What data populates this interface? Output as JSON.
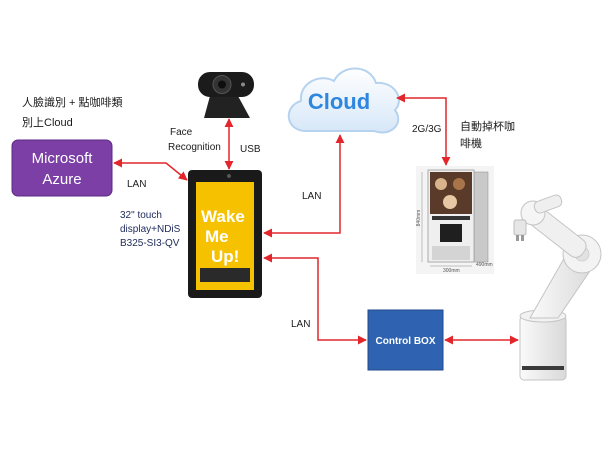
{
  "header_note": {
    "line1": "人臉識別 + 點咖啡類",
    "line2": "別上Cloud"
  },
  "azure": {
    "line1": "Microsoft",
    "line2": "Azure"
  },
  "webcam": {
    "icon": "webcam-icon",
    "label_line1": "Face",
    "label_line2": "Recognition",
    "link_label": "USB"
  },
  "display": {
    "icon": "touch-display-icon",
    "desc_line1": "32\" touch",
    "desc_line2": "display+NDiS",
    "desc_line3": "B325-SI3-QV",
    "screen_line1": "Wake",
    "screen_line2": "Me",
    "screen_line3": "Up!"
  },
  "cloud": {
    "icon": "cloud-icon",
    "label": "Cloud"
  },
  "coffee_machine": {
    "icon": "coffee-machine-icon",
    "caption_line1": "自動掉杯咖",
    "caption_line2": "啡機",
    "dim_height": "840mm",
    "dim_width": "300mm",
    "dim_depth": "490mm"
  },
  "control_box": {
    "label": "Control BOX"
  },
  "robot": {
    "icon": "robot-arm-icon"
  },
  "links": {
    "azure_display": "LAN",
    "cloud_display": "LAN",
    "cloud_coffee": "2G/3G",
    "display_control": "LAN"
  },
  "colors": {
    "arrow": "#e2262b",
    "azure": "#7b3fa6",
    "control_box": "#2f63b2",
    "cloud_text": "#2e86df",
    "screen": "#f6c200"
  }
}
